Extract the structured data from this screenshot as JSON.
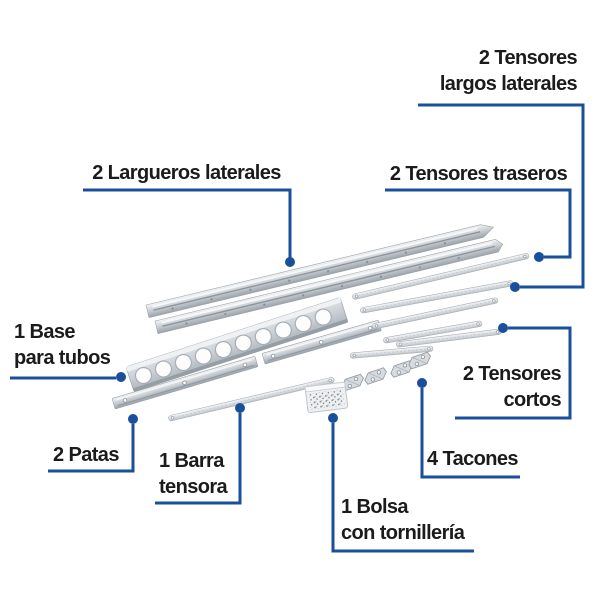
{
  "diagram": {
    "description": "Exploded parts diagram with blue callout labels",
    "labels": {
      "largueros": "2 Largueros laterales",
      "tensores_largos": "2 Tensores\nlargos laterales",
      "tensores_traseros": "2 Tensores traseros",
      "base_tubos": "1 Base\npara tubos",
      "tensores_cortos": "2 Tensores\ncortos",
      "patas": "2 Patas",
      "barra_tensora": "1 Barra\ntensora",
      "tacones": "4 Tacones",
      "bolsa": "1 Bolsa\ncon tornillería"
    },
    "parts": [
      {
        "name": "larguero-lateral",
        "qty": 2
      },
      {
        "name": "tensor-largo-lateral",
        "qty": 2
      },
      {
        "name": "tensor-trasero",
        "qty": 2
      },
      {
        "name": "base-para-tubos",
        "qty": 1
      },
      {
        "name": "tensor-corto",
        "qty": 2
      },
      {
        "name": "pata",
        "qty": 2
      },
      {
        "name": "barra-tensora",
        "qty": 1
      },
      {
        "name": "tacon",
        "qty": 4
      },
      {
        "name": "bolsa-con-tornilleria",
        "qty": 1
      }
    ],
    "colors": {
      "callout_blue": "#1a4f9b",
      "label_text": "#1b1b1b",
      "background": "#ffffff",
      "metal_light": "#f3f5f7",
      "metal_mid": "#cdd2d7",
      "metal_dark": "#9aa1a9"
    }
  }
}
